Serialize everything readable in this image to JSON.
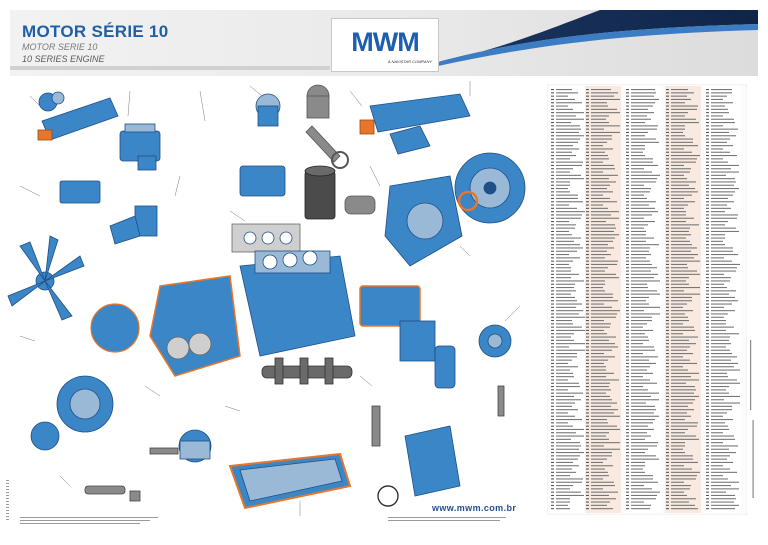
{
  "header": {
    "title": "MOTOR SÉRIE 10",
    "subtitle_pt": "MOTOR SERIE 10",
    "subtitle_en": "10 SERIES ENGINE",
    "logo": "MWM",
    "logo_tagline": "A NAVISTAR COMPANY"
  },
  "footer": {
    "url": "www.mwm.com.br"
  },
  "colors": {
    "part_blue": "#3b86c6",
    "part_dark_blue": "#1f5fa0",
    "gasket_orange": "#e8762a",
    "header_blue": "#1f5fa8",
    "table_peach": "#f6dccb"
  },
  "parts_icons": [
    "intake-manifold-icon",
    "fuel-pump-icon",
    "piston-icon",
    "connecting-rod-icon",
    "cylinder-liner-icon",
    "cylinder-head-icon",
    "exhaust-manifold-icon",
    "flywheel-icon",
    "flywheel-housing-icon",
    "fan-icon",
    "timing-cover-icon",
    "engine-block-icon",
    "crankshaft-icon",
    "oil-pan-icon",
    "oil-filter-icon",
    "water-pump-icon",
    "alternator-icon",
    "starter-motor-icon",
    "pulley-icon",
    "oil-cooler-icon"
  ]
}
